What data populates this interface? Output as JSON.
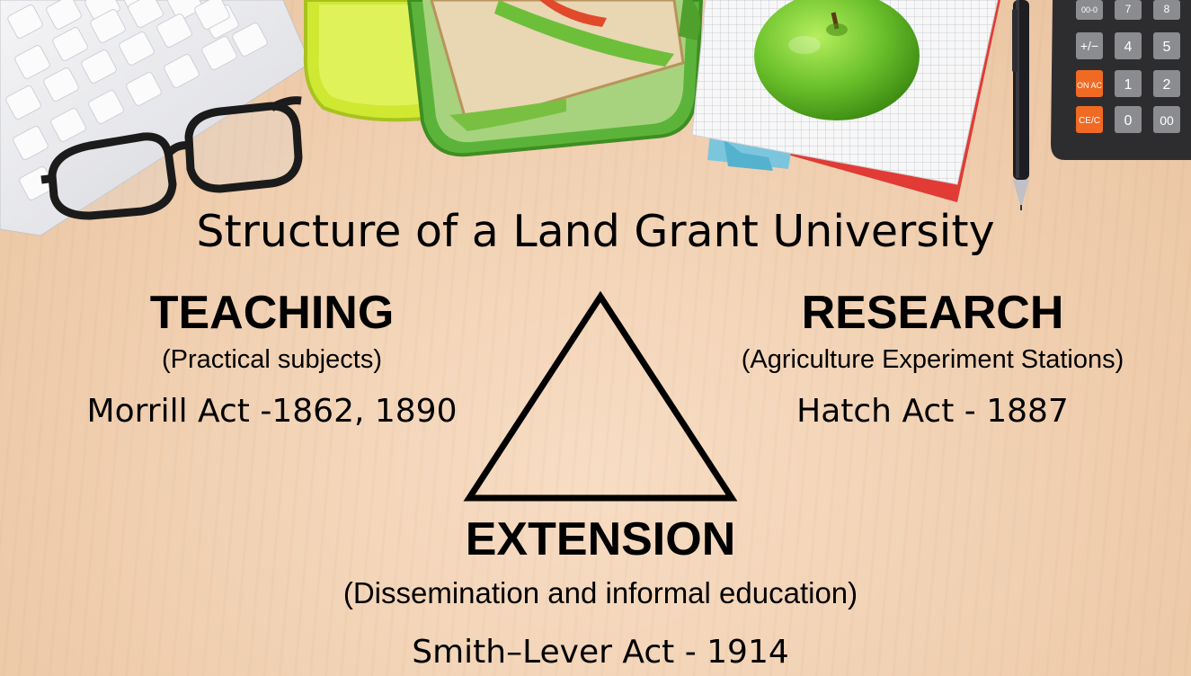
{
  "slide": {
    "title": "Structure of a Land Grant University",
    "teaching": {
      "heading": "TEACHING",
      "subtitle": "(Practical subjects)",
      "act": "Morrill Act -1862, 1890"
    },
    "research": {
      "heading": "RESEARCH",
      "subtitle": "(Agriculture Experiment Stations)",
      "act": "Hatch Act - 1887"
    },
    "extension": {
      "heading": "EXTENSION",
      "subtitle": "(Dissemination and informal education)",
      "act": "Smith–Lever Act - 1914"
    },
    "calculator_keys": [
      "00-0",
      "7",
      "8",
      "+/−",
      "4",
      "5",
      "ON AC",
      "1",
      "2",
      "CE/C",
      "0",
      "00"
    ]
  }
}
